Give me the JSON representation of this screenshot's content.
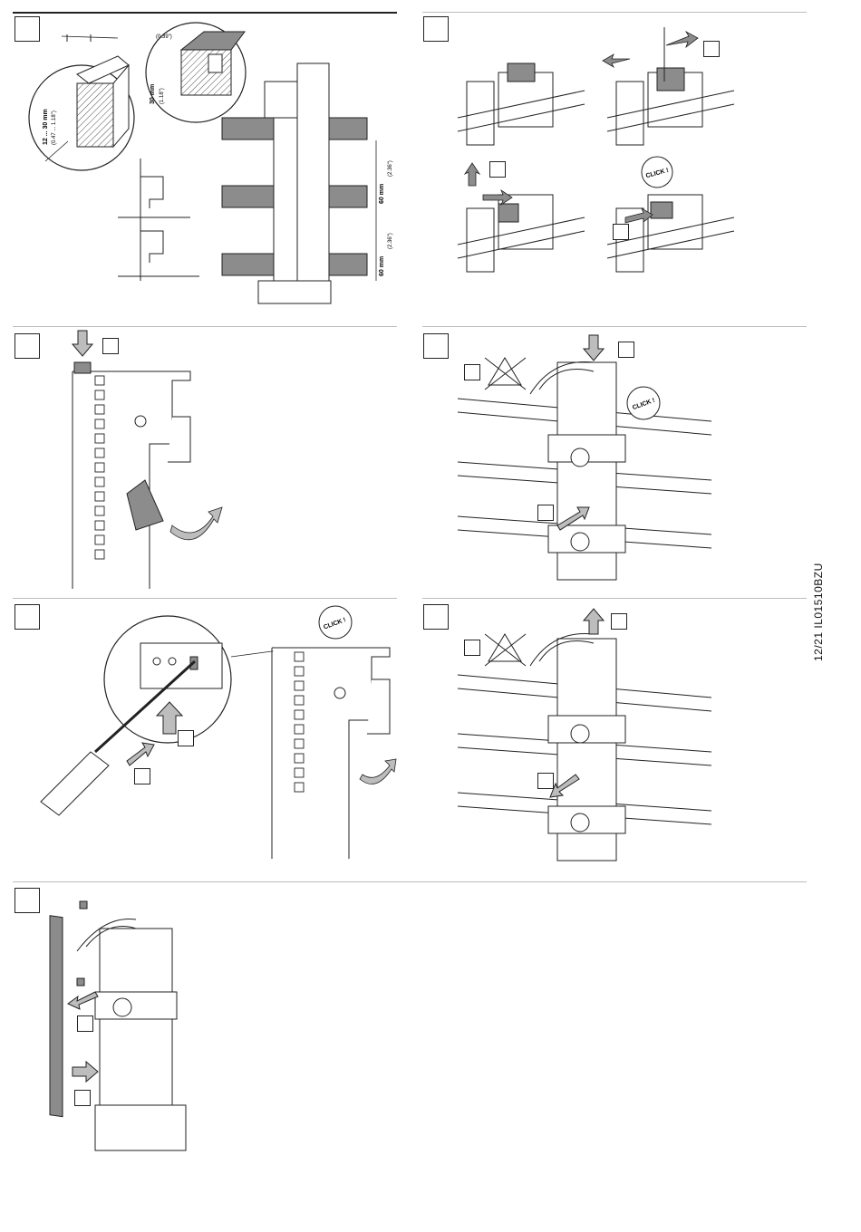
{
  "document": {
    "code": "12/21 IL01510BZU"
  },
  "panel1": {
    "dim_width": "12 ... 30 mm",
    "dim_width_in": "(0.47 ... 1.18\")",
    "dim_height": "30 mm",
    "dim_height_in": "(1.18\")",
    "dim_small_in": "(0.39\")",
    "spacing1": "60 mm",
    "spacing1_in": "(2.36\")",
    "spacing2": "60 mm",
    "spacing2_in": "(2.36\")"
  },
  "callouts": {
    "click": "CLICK !"
  },
  "colors": {
    "line": "#222222",
    "gray_fill": "#8c8c8c",
    "rule": "#bdbdbd"
  }
}
